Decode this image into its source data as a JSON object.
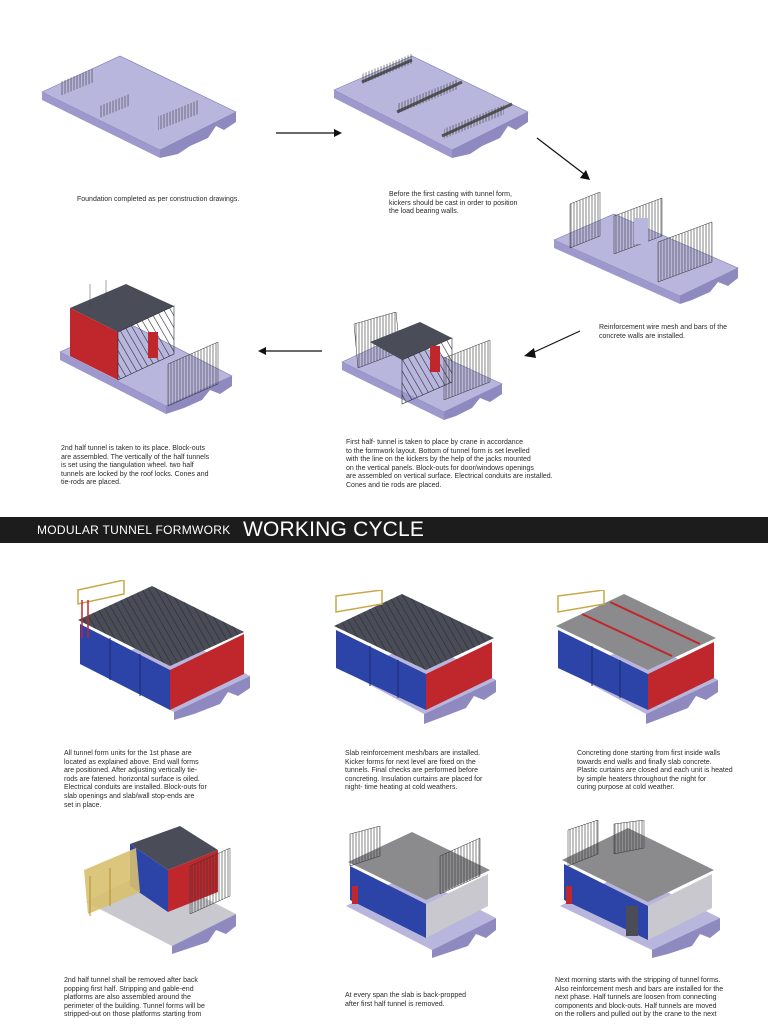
{
  "banner": {
    "subtitle": "MODULAR TUNNEL FORMWORK",
    "title": "WORKING CYCLE"
  },
  "steps_top": [
    "Foundation completed as per construction drawings.",
    "Before the first casting with tunnel form,\nkickers should be cast in order to position\nthe load bearing walls.",
    "Reinforcement wire mesh and bars of the\nconcrete walls are installed.",
    "First half- tunnel is taken to place by crane in accordance\nto the formwork layout. Bottom of tunnel form is set levelled\nwith the line on the kickers by the help of the jacks mounted\non the vertical panels. Block-outs for door/windows openings\nare assembled on vertical surface. Electrical conduits are installed.\nCones and tie rods are placed.",
    "2nd half tunnel is taken to its place. Block-outs\nare assembled. The vertically of the half tunnels\nis set using the tiangulation wheel. two half\ntunnels are locked by the roof locks. Cones and\ntie-rods are placed."
  ],
  "steps_bottom": [
    "All tunnel form units for the 1st phase are\nlocated as explained above. End wall forms\nare positioned. After adjusting vertically tie-\nrods are fatened. horizontal surface is oiled.\nElectrical conduits are installed. Block-outs for\nslab openings and slab/wall stop-ends are\nset in place.",
    "Slab reinforcement mesh/bars are installed.\nKicker forms for next level are fixed on the\ntunnels. Final checks are performed before\nconcreting. Insulation curtains are placed for\nnight- time heating at cold weathers.",
    "Concreting done starting from first inside walls\ntowards end walls and finally slab concrete.\nPlastic curtains are closed and each unit is heated\nby simple heaters throughout the night for\ncuring purpose at cold weather.",
    "2nd half tunnel shall be removed after back\npopping first half. Stripping and gable-end\nplatforms are also assembled around the\nperimeter of the building. Tunnel forms will be\nstripped-out on those platforms starting from",
    "At every span the slab is back-propped\nafter first half tunnel is removed.",
    "Next morning starts with the stripping of tunnel forms.\nAlso reinforcement mesh and bars are installed for the\nnext phase. Half tunnels are loosen from connecting\ncomponents and block-outs. Half tunnels are moved\non the rollers and pulled out by the crane to the next"
  ],
  "colors": {
    "slab": "#b9b6dd",
    "slab_side": "#8e8ac0",
    "form_dark": "#4a4d57",
    "form_blue": "#2c44a8",
    "form_red": "#c0272d",
    "platform": "#d8c070",
    "banner": "#1c1c1c"
  }
}
